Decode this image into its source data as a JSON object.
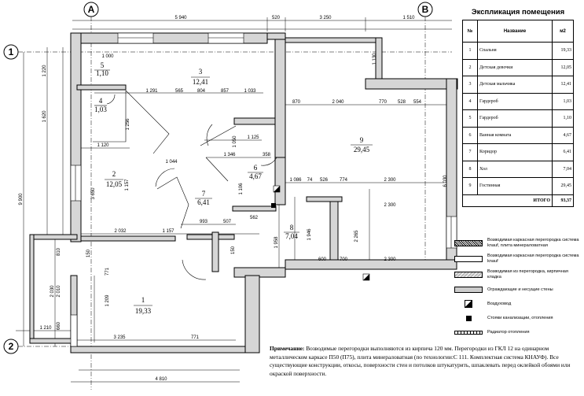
{
  "axes": {
    "A": "A",
    "B": "B",
    "one": "1",
    "two": "2"
  },
  "dims": {
    "top_5940": "5 940",
    "top_520": "520",
    "top_3250": "3 250",
    "top_1510": "1 510",
    "left_9900": "9 900",
    "left_1220": "1 220",
    "left_1620": "1 620",
    "left_3650": "3 650",
    "right_6030": "6 030",
    "right_1130": "1 130",
    "d1000": "1 000",
    "d1291": "1 291",
    "d565": "565",
    "d804": "804",
    "d857": "857",
    "d1033": "1 033",
    "d870": "870",
    "d2040": "2 040",
    "d770": "770",
    "d528": "528",
    "d554": "554",
    "d1120": "1 120",
    "d1125": "1 125",
    "d1044": "1 044",
    "d1346": "1 346",
    "d358": "358",
    "d1086": "1 086",
    "d74": "74",
    "d526": "526",
    "d774": "774",
    "d2300a": "2 300",
    "d2300b": "2 300",
    "d2032": "2 032",
    "d1157a": "1 157",
    "d993": "993",
    "d507": "507",
    "d562": "562",
    "d1958": "1 958",
    "d1946": "1 946",
    "d2265": "2 265",
    "d600": "600",
    "d700": "700",
    "d2300c": "2 300",
    "d810": "810",
    "d2030": "2 030",
    "d2010": "2 010",
    "d660": "660",
    "d1210": "1 210",
    "d771a": "771",
    "d1209": "1 209",
    "d3235": "3 235",
    "d771b": "771",
    "d4810": "4 810",
    "d150a": "150",
    "d150b": "150",
    "d1157b": "1 157",
    "d1106": "1 106",
    "d1256": "1 256",
    "d1050": "1 050"
  },
  "rooms": [
    {
      "num": "1",
      "area": "19,33"
    },
    {
      "num": "2",
      "area": "12,05"
    },
    {
      "num": "3",
      "area": "12,41"
    },
    {
      "num": "4",
      "area": "1,03"
    },
    {
      "num": "5",
      "area": "1,10"
    },
    {
      "num": "6",
      "area": "4,67"
    },
    {
      "num": "7",
      "area": "6,41"
    },
    {
      "num": "8",
      "area": "7,04"
    },
    {
      "num": "9",
      "area": "29,45"
    }
  ],
  "explication": {
    "title": "Экспликация помещения",
    "headers": [
      "№",
      "Название",
      "м2"
    ],
    "rows": [
      {
        "n": "1",
        "name": "Спальня",
        "area": "19,33"
      },
      {
        "n": "2",
        "name": "Детская девочки",
        "area": "12,05"
      },
      {
        "n": "3",
        "name": "Детская мальчика",
        "area": "12,41"
      },
      {
        "n": "4",
        "name": "Гардероб",
        "area": "1,03"
      },
      {
        "n": "5",
        "name": "Гардероб",
        "area": "1,10"
      },
      {
        "n": "6",
        "name": "Ванная комната",
        "area": "4,67"
      },
      {
        "n": "7",
        "name": "Коридор",
        "area": "6,41"
      },
      {
        "n": "8",
        "name": "Хол",
        "area": "7,04"
      },
      {
        "n": "9",
        "name": "Гостинная",
        "area": "29,45"
      }
    ],
    "total_label": "ИТОГО",
    "total_value": "93,37"
  },
  "legend": [
    {
      "key": "hatch",
      "text": "Возводимая каркасная перегородка система knauf, плита минераловатная"
    },
    {
      "key": "plain",
      "text": "Возводимая каркасная перегородка система knauf"
    },
    {
      "key": "brick",
      "text": "Возводимая из перегородка, кирпичная кладка"
    },
    {
      "key": "dots",
      "text": "Ограждающие и несущие стены"
    },
    {
      "key": "duct",
      "text": "Воздуховод"
    },
    {
      "key": "stack",
      "text": "Стояки канализации, отопления"
    },
    {
      "key": "rad",
      "text": "Радиатор отопления"
    }
  ],
  "note": {
    "label": "Примечание:",
    "text": "Возводимые перегородки выполняются из кирпича 120 мм. Перегородки из ГКЛ 12 на одинарном металлическом каркасе П50 (П75), плита минераловатная (по технологии:С 111. Комплектная система КНАУФ). Все существующие конструкции, откосы, поверхности стен и потолков штукатурить, шпаклевать перед оклейкой обоями или окраской поверхности."
  }
}
